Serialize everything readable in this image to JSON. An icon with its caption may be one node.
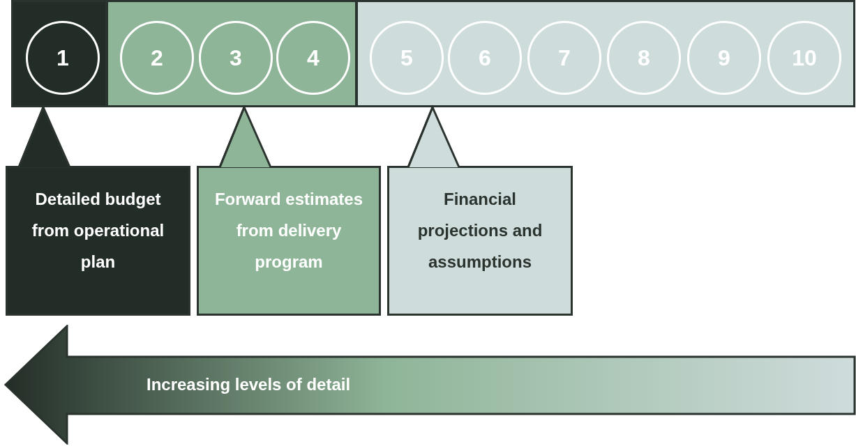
{
  "diagram": {
    "nodes": [
      {
        "text": [],
        "shape": "box"
      },
      {
        "text": [
          "1"
        ],
        "in": 0
      },
      {
        "text": [],
        "shape": "box"
      },
      {
        "text": [
          "2"
        ],
        "in": 2
      },
      {
        "text": [
          "3"
        ],
        "in": 2
      },
      {
        "text": [
          "4"
        ],
        "in": 2
      },
      {
        "text": [],
        "shape": "box"
      },
      {
        "text": [
          "5"
        ],
        "in": 6
      },
      {
        "text": [
          "6"
        ],
        "in": 6
      },
      {
        "text": [
          "7"
        ],
        "in": 6
      },
      {
        "text": [
          "8"
        ],
        "in": 6
      },
      {
        "text": [
          "9"
        ],
        "in": 6
      },
      {
        "text": [
          "10"
        ],
        "in": 6
      },
      {
        "text": [
          "Detailed budget from operational plan"
        ]
      },
      {
        "text": [
          "Forward estimates from delivery program"
        ]
      },
      {
        "text": [
          "Financial projections and assumptions"
        ]
      },
      {
        "text": [
          "Increasing levels of detail"
        ]
      }
    ],
    "edges": [
      {
        "from": 13,
        "to": 0,
        "arrow": "none"
      },
      {
        "from": 14,
        "to": 2,
        "arrow": "none"
      },
      {
        "from": 15,
        "to": 6,
        "arrow": "none"
      }
    ]
  }
}
